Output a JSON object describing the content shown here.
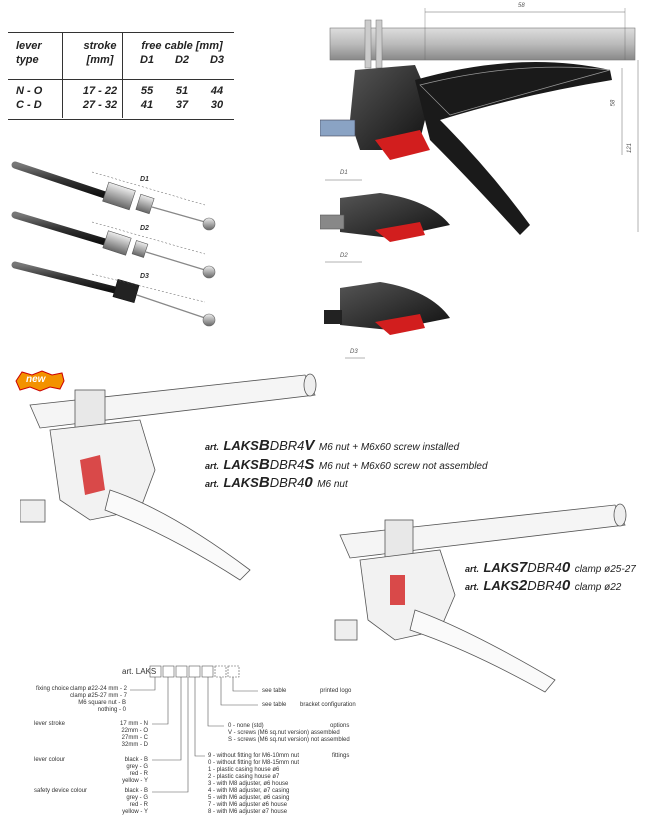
{
  "spec_table": {
    "headers": {
      "lever_type": [
        "lever",
        "type"
      ],
      "stroke": [
        "stroke",
        "[mm]"
      ],
      "free_cable": "free cable [mm]",
      "d_cols": [
        "D1",
        "D2",
        "D3"
      ]
    },
    "rows": [
      {
        "type": "N - O",
        "stroke": "17 - 22",
        "d1": "55",
        "d2": "51",
        "d3": "44"
      },
      {
        "type": "C - D",
        "stroke": "27 - 32",
        "d1": "41",
        "d2": "37",
        "d3": "30"
      }
    ]
  },
  "cable_labels": [
    "D1",
    "D2",
    "D3"
  ],
  "dimension_labels": {
    "top": "58",
    "side": "58",
    "height": "121",
    "d1": "D1",
    "d2": "D2",
    "d3": "D3"
  },
  "badge": "new",
  "products_left": [
    {
      "art": "art.",
      "prefix": "LAKS",
      "bold_letter": "B",
      "suffix": "DBR4",
      "variant": "V",
      "desc": "M6 nut + M6x60 screw installed"
    },
    {
      "art": "art.",
      "prefix": "LAKS",
      "bold_letter": "B",
      "suffix": "DBR4",
      "variant": "S",
      "desc": "M6 nut + M6x60 screw not assembled"
    },
    {
      "art": "art.",
      "prefix": "LAKS",
      "bold_letter": "B",
      "suffix": "DBR4",
      "variant": "0",
      "desc": "M6 nut"
    }
  ],
  "products_right": [
    {
      "art": "art.",
      "prefix": "LAKS",
      "bold_letter": "7",
      "suffix": "DBR4",
      "variant": "0",
      "desc": "clamp ø25-27"
    },
    {
      "art": "art.",
      "prefix": "LAKS",
      "bold_letter": "2",
      "suffix": "DBR4",
      "variant": "0",
      "desc": "clamp ø22"
    }
  ],
  "code_diagram": {
    "base": "art. LAKS",
    "fixing_choice": {
      "title": "fixing choice",
      "options": [
        "clamp ø22-24 mm - 2",
        "clamp ø25-27 mm - 7",
        "M6 square nut - B",
        "nothing - 0"
      ]
    },
    "lever_stroke": {
      "title": "lever stroke",
      "options": [
        "17 mm - N",
        "22mm - O",
        "27mm - C",
        "32mm - D"
      ]
    },
    "lever_colour": {
      "title": "lever colour",
      "options": [
        "black - B",
        "grey - G",
        "red - R",
        "yellow - Y"
      ]
    },
    "safety_colour": {
      "title": "safety device colour",
      "options": [
        "black - B",
        "grey - G",
        "red - R",
        "yellow - Y"
      ]
    },
    "printed_logo": {
      "left": "see table",
      "right": "printed logo"
    },
    "bracket": {
      "left": "see table",
      "right": "bracket configuration"
    },
    "options": {
      "title": "options",
      "items": [
        "0 - none (std)",
        "V - screws (M6 sq.nut version) assembled",
        "S - screws (M6 sq.nut version) not assembled"
      ]
    },
    "fittings": {
      "title": "fittings",
      "items": [
        "9 - without fitting for M6-10mm nut",
        "0 - without fitting for M8-15mm nut",
        "1 - plastic casing house ø6",
        "2 - plastic casing house ø7",
        "3 - with M8 adjuster, ø6 house",
        "4 - with M8 adjuster, ø7 casing",
        "5 - with M6 adjuster, ø6 casing",
        "7 - with M6 adjuster ø6 house",
        "8 - with M6 adjuster ø7 house"
      ]
    }
  }
}
